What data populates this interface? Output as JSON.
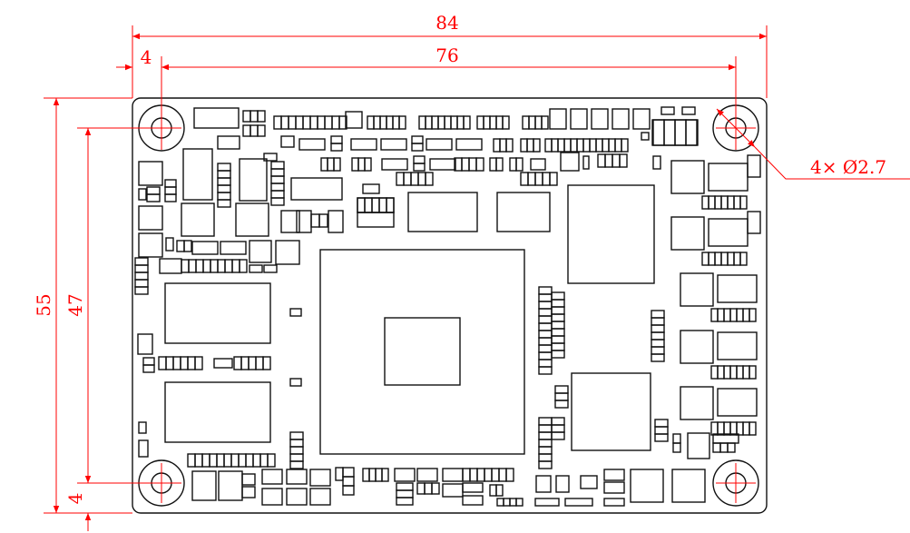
{
  "dimensions": {
    "overall_width": "84",
    "hole_pitch_width": "76",
    "edge_offset_top": "4",
    "overall_height": "55",
    "hole_pitch_height": "47",
    "edge_offset_side": "4",
    "hole_callout": "4× Ø2.7"
  },
  "colors": {
    "dimension": "#ff0000",
    "outline": "#111111",
    "hatch": "#ff0000"
  }
}
